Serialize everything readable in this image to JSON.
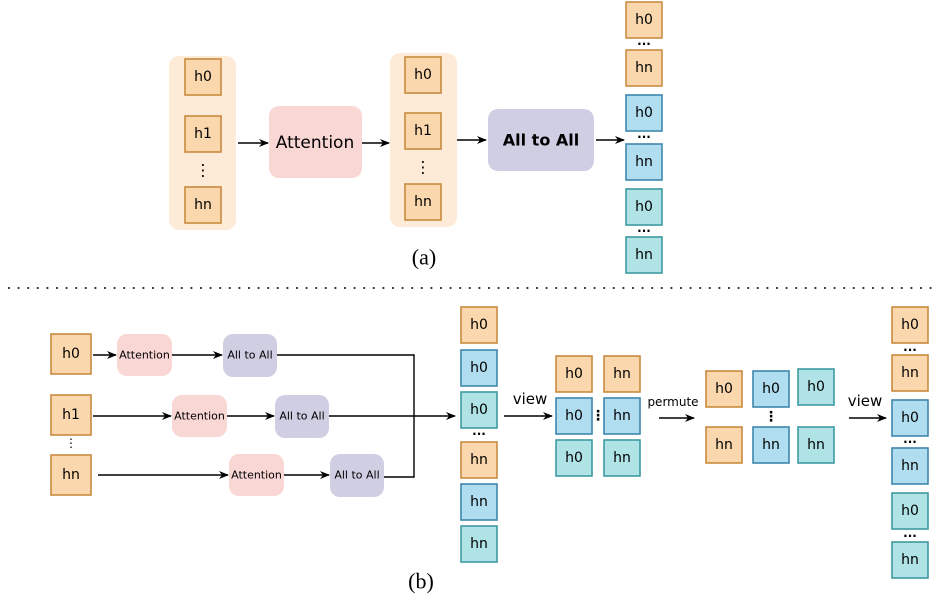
{
  "colors": {
    "orange_fill": "#fad7ac",
    "orange_stroke": "#c98b3e",
    "blue_fill": "#b1ddf0",
    "blue_stroke": "#3f87ad",
    "teal_fill": "#b0e3e6",
    "teal_stroke": "#3f9aa0",
    "panel_fill": "#fdebd8",
    "attention_fill": "#f9d7d5",
    "alltoall_fill": "#d0cee2",
    "line": "#000000"
  },
  "part_a": {
    "caption": "(a)",
    "input_panel": {
      "items": [
        "h0",
        "h1",
        "hn"
      ],
      "ellipsis": "⋮"
    },
    "attention_label": "Attention",
    "output_panel": {
      "items": [
        "h0",
        "h1",
        "hn"
      ],
      "ellipsis": "⋮"
    },
    "alltoall_label": "All to All",
    "result_stack": [
      {
        "label": "h0",
        "group": "orange"
      },
      {
        "label": "hn",
        "group": "orange"
      },
      {
        "label": "h0",
        "group": "blue"
      },
      {
        "label": "hn",
        "group": "blue"
      },
      {
        "label": "h0",
        "group": "teal"
      },
      {
        "label": "hn",
        "group": "teal"
      }
    ],
    "stack_ellipsis": "···"
  },
  "part_b": {
    "caption": "(b)",
    "inputs": [
      "h0",
      "h1",
      "hn"
    ],
    "input_ellipsis": "⋮",
    "attention_label": "Attention",
    "alltoall_label": "All to All",
    "gathered_stack": [
      {
        "label": "h0",
        "group": "orange"
      },
      {
        "label": "h0",
        "group": "blue"
      },
      {
        "label": "h0",
        "group": "teal"
      },
      {
        "label": "hn",
        "group": "orange"
      },
      {
        "label": "hn",
        "group": "blue"
      },
      {
        "label": "hn",
        "group": "teal"
      }
    ],
    "gathered_ellipsis": "···",
    "view_label_1": "view",
    "view_grid": {
      "columns": [
        [
          {
            "label": "h0",
            "group": "orange"
          },
          {
            "label": "h0",
            "group": "blue"
          },
          {
            "label": "h0",
            "group": "teal"
          }
        ],
        [
          {
            "label": "hn",
            "group": "orange"
          },
          {
            "label": "hn",
            "group": "blue"
          },
          {
            "label": "hn",
            "group": "teal"
          }
        ]
      ],
      "ellipsis": "⋮"
    },
    "permute_label": "permute",
    "permute_grid": {
      "columns": [
        [
          {
            "label": "h0",
            "group": "orange"
          },
          {
            "label": "hn",
            "group": "orange"
          }
        ],
        [
          {
            "label": "h0",
            "group": "blue"
          },
          {
            "label": "hn",
            "group": "blue"
          }
        ],
        [
          {
            "label": "h0",
            "group": "teal"
          },
          {
            "label": "hn",
            "group": "teal"
          }
        ]
      ],
      "ellipsis": "⋮"
    },
    "view_label_2": "view",
    "final_stack": [
      {
        "label": "h0",
        "group": "orange"
      },
      {
        "label": "hn",
        "group": "orange"
      },
      {
        "label": "h0",
        "group": "blue"
      },
      {
        "label": "hn",
        "group": "blue"
      },
      {
        "label": "h0",
        "group": "teal"
      },
      {
        "label": "hn",
        "group": "teal"
      }
    ],
    "final_ellipsis": "···"
  },
  "separator": {
    "style": "dotted"
  }
}
